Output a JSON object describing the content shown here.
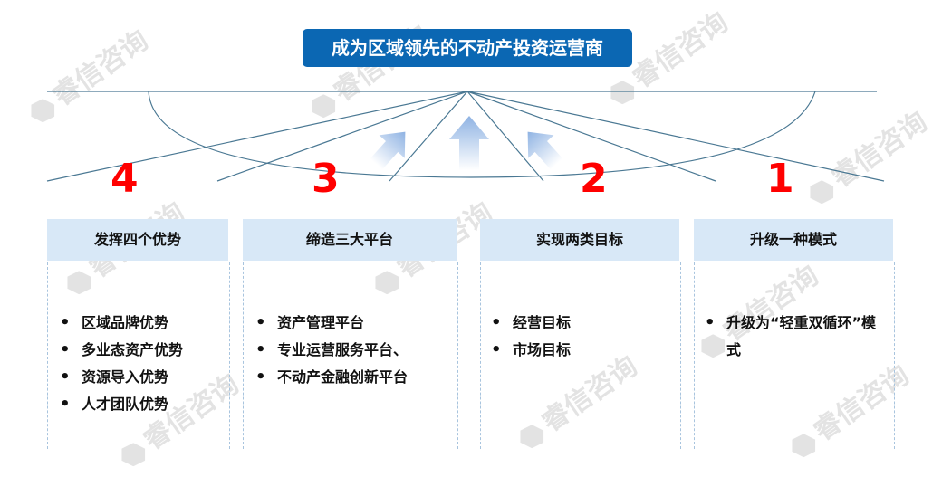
{
  "title": "成为区域领先的不动产投资运营商",
  "watermark": "睿信咨询",
  "numbers": [
    "4",
    "3",
    "2",
    "1"
  ],
  "columns": [
    {
      "header": "发挥四个优势",
      "items": [
        "区域品牌优势",
        "多业态资产优势",
        "资源导入优势",
        "人才团队优势"
      ]
    },
    {
      "header": "缔造三大平台",
      "items": [
        "资产管理平台",
        "专业运营服务平台、",
        "不动产金融创新平台"
      ]
    },
    {
      "header": "实现两类目标",
      "items": [
        "经营目标",
        "市场目标"
      ]
    },
    {
      "header": "升级一种模式",
      "items": [
        "升级为“轻重双循环”模式"
      ]
    }
  ],
  "colors": {
    "title_bg": "#0b67b3",
    "header_bg": "#d8e8f7",
    "number": "#ff0000",
    "line": "#4a7893",
    "arrow": "#8fb3e3"
  }
}
